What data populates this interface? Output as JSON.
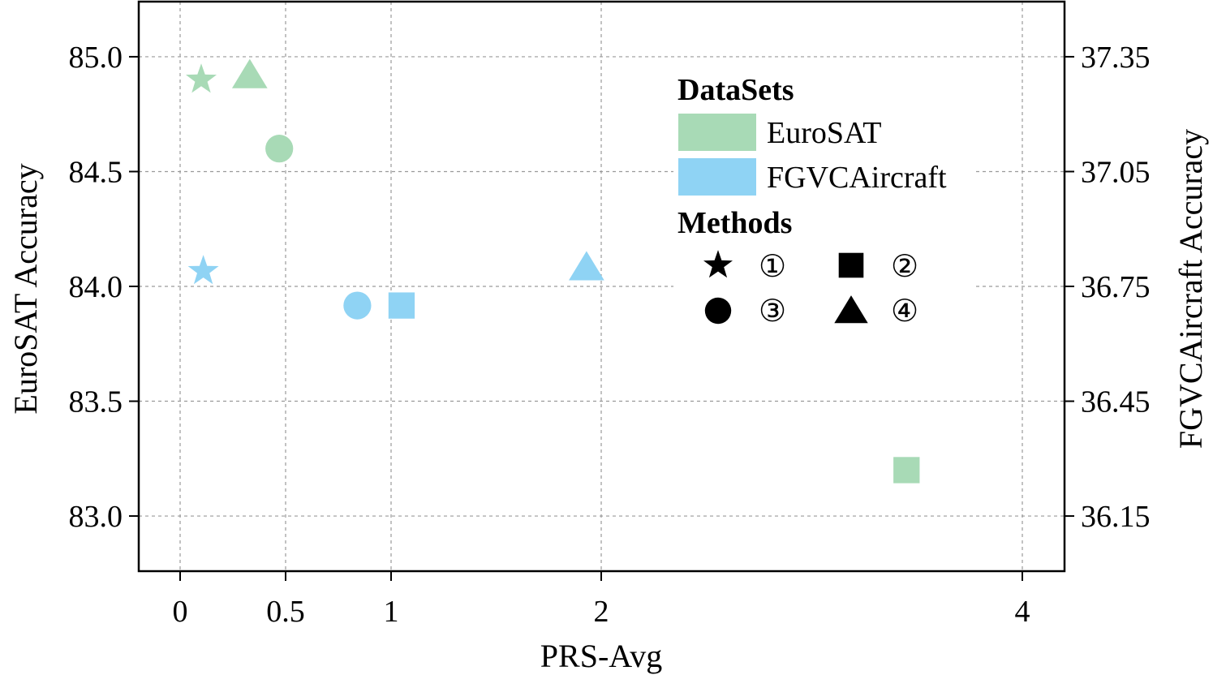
{
  "chart_data": {
    "type": "scatter",
    "xlabel": "PRS-Avg",
    "ylabel_left": "EuroSAT Accuracy",
    "ylabel_right": "FGVCAircraft Accuracy",
    "x_ticks": [
      {
        "value": 0,
        "label": "0"
      },
      {
        "value": 0.5,
        "label": "0.5"
      },
      {
        "value": 1,
        "label": "1"
      },
      {
        "value": 2,
        "label": "2"
      },
      {
        "value": 4,
        "label": "4"
      }
    ],
    "y_left_ticks": [
      "83.0",
      "83.5",
      "84.0",
      "84.5",
      "85.0"
    ],
    "y_left_values": [
      83.0,
      83.5,
      84.0,
      84.5,
      85.0
    ],
    "y_right_ticks": [
      "36.15",
      "36.45",
      "36.75",
      "37.05",
      "37.35"
    ],
    "y_right_values": [
      36.15,
      36.45,
      36.75,
      37.05,
      37.35
    ],
    "ylim_left": [
      82.76,
      85.24
    ],
    "ylim_right": [
      36.006,
      37.494
    ],
    "grid": true,
    "legend": {
      "placement": "top-right",
      "datasets_title": "DataSets",
      "datasets": [
        {
          "name": "EuroSAT",
          "color": "#a8dab6"
        },
        {
          "name": "FGVCAircraft",
          "color": "#8fd3f4"
        }
      ],
      "methods_title": "Methods",
      "methods": [
        {
          "marker": "star",
          "label": "①"
        },
        {
          "marker": "square",
          "label": "②"
        },
        {
          "marker": "circle",
          "label": "③"
        },
        {
          "marker": "triangle",
          "label": "④"
        }
      ]
    },
    "series": [
      {
        "name": "EuroSAT",
        "axis": "left",
        "color": "#a8dab6",
        "points": [
          {
            "method": "star",
            "x": 0.1,
            "y": 84.9
          },
          {
            "method": "triangle",
            "x": 0.33,
            "y": 84.92
          },
          {
            "method": "circle",
            "x": 0.47,
            "y": 84.6
          },
          {
            "method": "square",
            "x": 3.45,
            "y": 83.2
          }
        ]
      },
      {
        "name": "FGVCAircraft",
        "axis": "right",
        "color": "#8fd3f4",
        "points": [
          {
            "method": "star",
            "x": 0.11,
            "y": 36.79
          },
          {
            "method": "circle",
            "x": 0.84,
            "y": 36.7
          },
          {
            "method": "square",
            "x": 1.05,
            "y": 36.7
          },
          {
            "method": "triangle",
            "x": 1.93,
            "y": 36.8
          }
        ]
      }
    ]
  }
}
